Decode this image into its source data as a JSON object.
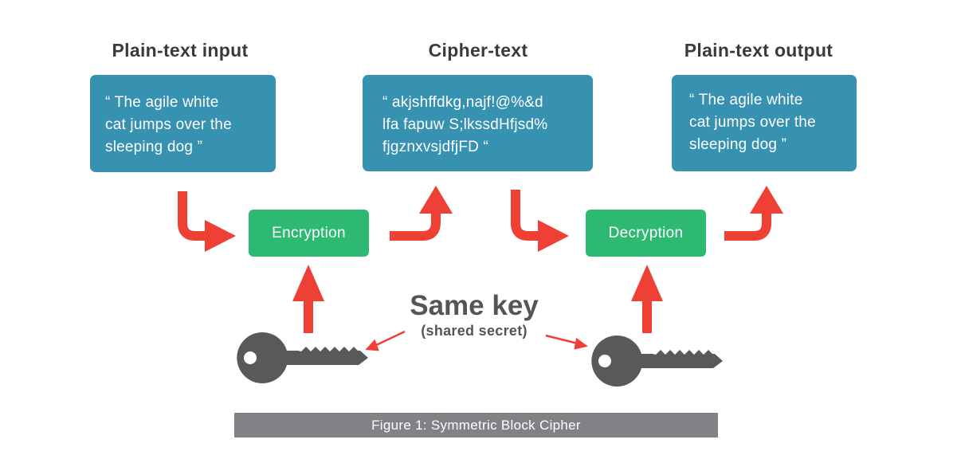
{
  "headings": {
    "input": "Plain-text input",
    "cipher": "Cipher-text",
    "output": "Plain-text output"
  },
  "boxes": {
    "input": [
      "“ The agile white",
      "cat jumps over the",
      "sleeping dog ”"
    ],
    "cipher": [
      "“ akjshffdkg,najf!@%&d",
      "lfa fapuw S;lkssdHfjsd%",
      "fjgznxvsjdfjFD “"
    ],
    "output": [
      "“ The agile white",
      "cat jumps over the",
      "sleeping dog ”"
    ]
  },
  "operations": {
    "encrypt": "Encryption",
    "decrypt": "Decryption"
  },
  "key_label": {
    "title": "Same key",
    "subtitle": "(shared secret)"
  },
  "caption": "Figure 1: Symmetric Block Cipher",
  "colors": {
    "text_box": "#3791b1",
    "operation_box": "#2db972",
    "arrow": "#ee4035",
    "key": "#58595b",
    "caption_bg": "#808285"
  },
  "icons": {
    "key": "key-icon",
    "arrow": "arrow-icon"
  }
}
